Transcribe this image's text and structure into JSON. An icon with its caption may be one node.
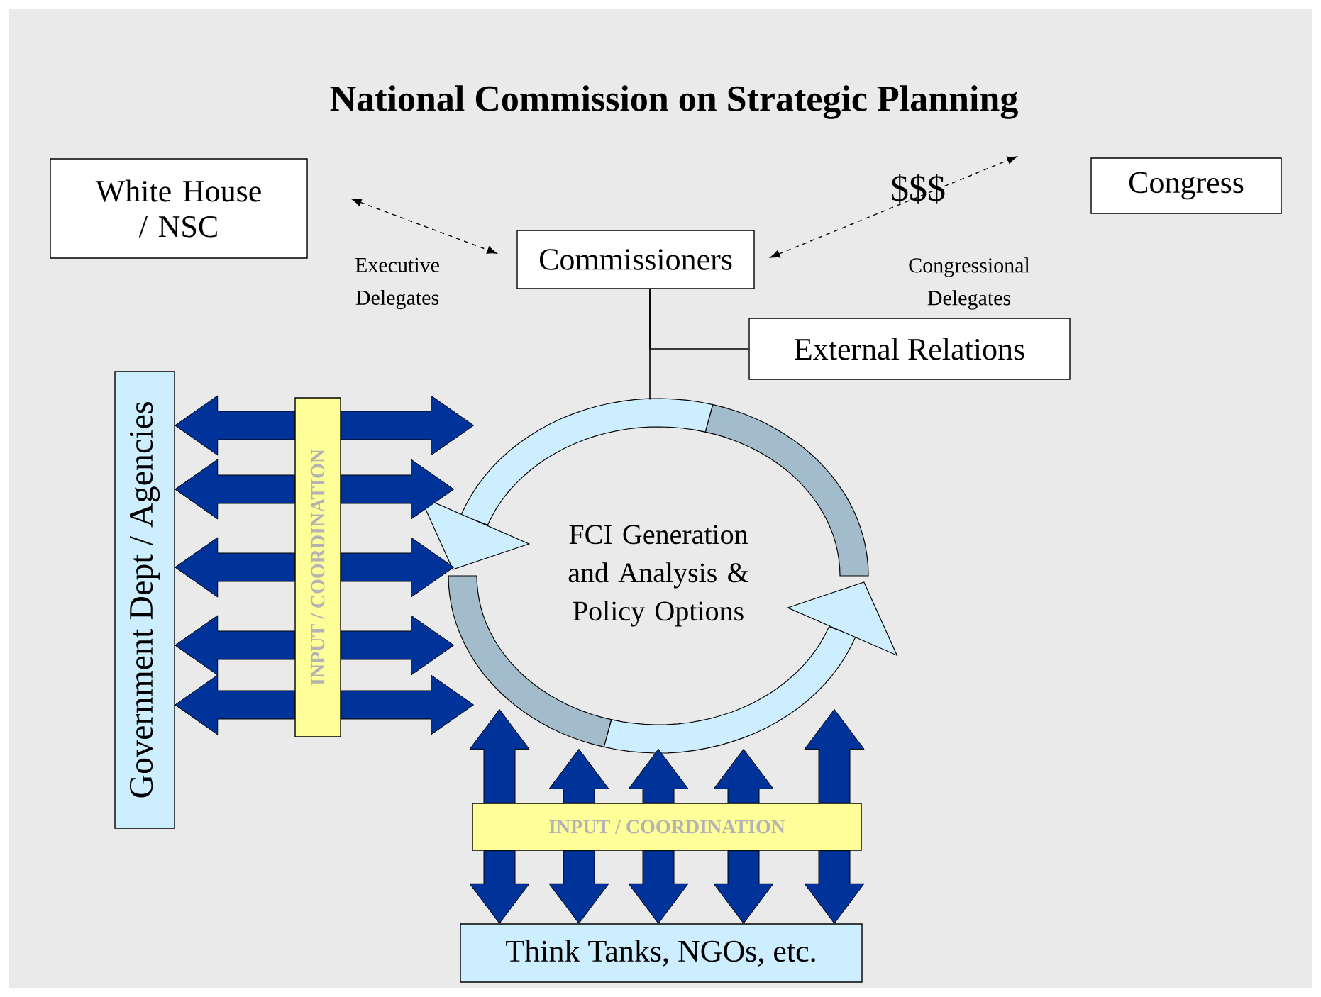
{
  "diagram": {
    "title": "National Commission on Strategic Planning",
    "nodes": [
      {
        "text": [
          "White House / NSC"
        ]
      },
      {
        "text": [
          "Congress"
        ]
      },
      {
        "text": [
          "Commissioners"
        ]
      },
      {
        "text": [
          "External Relations"
        ]
      },
      {
        "text": [
          "FCI Generation and Analysis & Policy Options"
        ]
      },
      {
        "text": [
          "Government Dept / Agencies"
        ]
      },
      {
        "text": [
          "INPUT / COORDINATION"
        ]
      },
      {
        "text": [
          "INPUT / COORDINATION"
        ]
      },
      {
        "text": [
          "Think Tanks, NGOs, etc."
        ]
      }
    ],
    "edges": [
      {
        "from": 0,
        "to": 2,
        "arrow": "both",
        "style": "dashed",
        "color": "#000000",
        "label": "Executive Delegates"
      },
      {
        "from": 2,
        "to": 1,
        "arrow": "both",
        "style": "dashed",
        "color": "#000000",
        "label": "Congressional Delegates"
      },
      {
        "from": 2,
        "to": 3,
        "arrow": "none",
        "color": "#000000"
      },
      {
        "from": 2,
        "to": 4,
        "arrow": "none",
        "color": "#000000"
      },
      {
        "from": 6,
        "to": 5,
        "arrow": "to",
        "style": "thick",
        "color": "#003399"
      },
      {
        "from": 6,
        "to": 4,
        "arrow": "to",
        "style": "thick",
        "color": "#003399"
      },
      {
        "from": 6,
        "to": 5,
        "arrow": "to",
        "style": "thick",
        "color": "#003399"
      },
      {
        "from": 6,
        "to": 4,
        "arrow": "to",
        "style": "thick",
        "color": "#003399"
      },
      {
        "from": 6,
        "to": 5,
        "arrow": "to",
        "style": "thick",
        "color": "#003399"
      },
      {
        "from": 6,
        "to": 4,
        "arrow": "to",
        "style": "thick",
        "color": "#003399"
      },
      {
        "from": 6,
        "to": 5,
        "arrow": "to",
        "style": "thick",
        "color": "#003399"
      },
      {
        "from": 6,
        "to": 4,
        "arrow": "to",
        "style": "thick",
        "color": "#003399"
      },
      {
        "from": 6,
        "to": 5,
        "arrow": "to",
        "style": "thick",
        "color": "#003399"
      },
      {
        "from": 6,
        "to": 4,
        "arrow": "to",
        "style": "thick",
        "color": "#003399"
      },
      {
        "from": 7,
        "to": 8,
        "arrow": "to",
        "style": "thick",
        "color": "#003399"
      },
      {
        "from": 7,
        "to": 4,
        "arrow": "to",
        "style": "thick",
        "color": "#003399"
      },
      {
        "from": 7,
        "to": 8,
        "arrow": "to",
        "style": "thick",
        "color": "#003399"
      },
      {
        "from": 7,
        "to": 4,
        "arrow": "to",
        "style": "thick",
        "color": "#003399"
      },
      {
        "from": 7,
        "to": 8,
        "arrow": "to",
        "style": "thick",
        "color": "#003399"
      },
      {
        "from": 7,
        "to": 4,
        "arrow": "to",
        "style": "thick",
        "color": "#003399"
      },
      {
        "from": 7,
        "to": 8,
        "arrow": "to",
        "style": "thick",
        "color": "#003399"
      },
      {
        "from": 7,
        "to": 4,
        "arrow": "to",
        "style": "thick",
        "color": "#003399"
      },
      {
        "from": 7,
        "to": 8,
        "arrow": "to",
        "style": "thick",
        "color": "#003399"
      },
      {
        "from": 7,
        "to": 4,
        "arrow": "to",
        "style": "thick",
        "color": "#003399"
      }
    ],
    "labels": [
      "$$$"
    ]
  }
}
